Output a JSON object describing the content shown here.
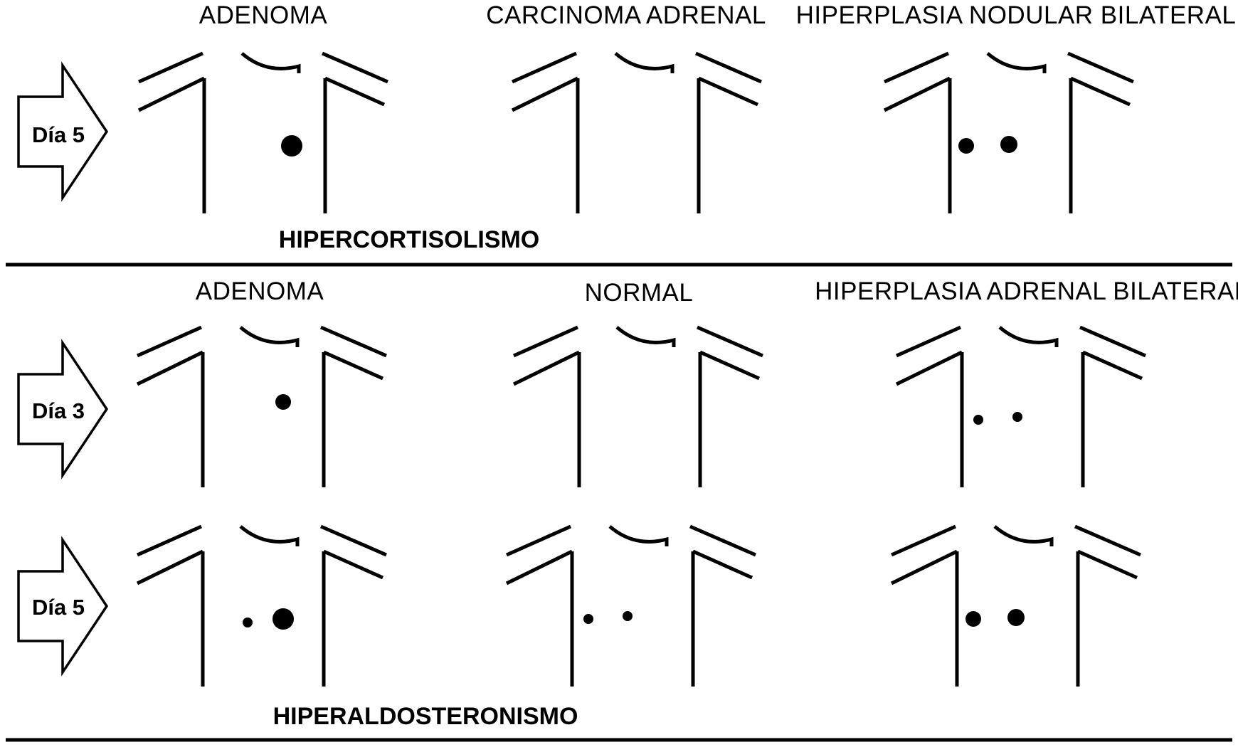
{
  "sections": [
    {
      "title": "HIPERCORTISOLISMO",
      "columns": [
        "ADENOMA",
        "CARCINOMA ADRENAL",
        "HIPERPLASIA NODULAR BILATERAL"
      ],
      "rows": [
        {
          "day": "Día 5",
          "panels": [
            "single-large-dot",
            "no-uptake",
            "bilateral-equal-dots"
          ]
        }
      ]
    },
    {
      "title": "HIPERALDOSTERONISMO",
      "columns": [
        "ADENOMA",
        "NORMAL",
        "HIPERPLASIA ADRENAL BILATERAL"
      ],
      "rows": [
        {
          "day": "Día 3",
          "panels": [
            "single-medium-dot",
            "no-uptake",
            "bilateral-small-dots"
          ]
        },
        {
          "day": "Día 5",
          "panels": [
            "asymmetric-small-large-dots",
            "bilateral-small-dots",
            "bilateral-equal-dots"
          ]
        }
      ]
    }
  ],
  "colors": {
    "stroke": "#000000",
    "background": "#ffffff"
  },
  "icons": {
    "day_marker": "right-arrow-icon",
    "panel": "torso-outline-icon"
  }
}
